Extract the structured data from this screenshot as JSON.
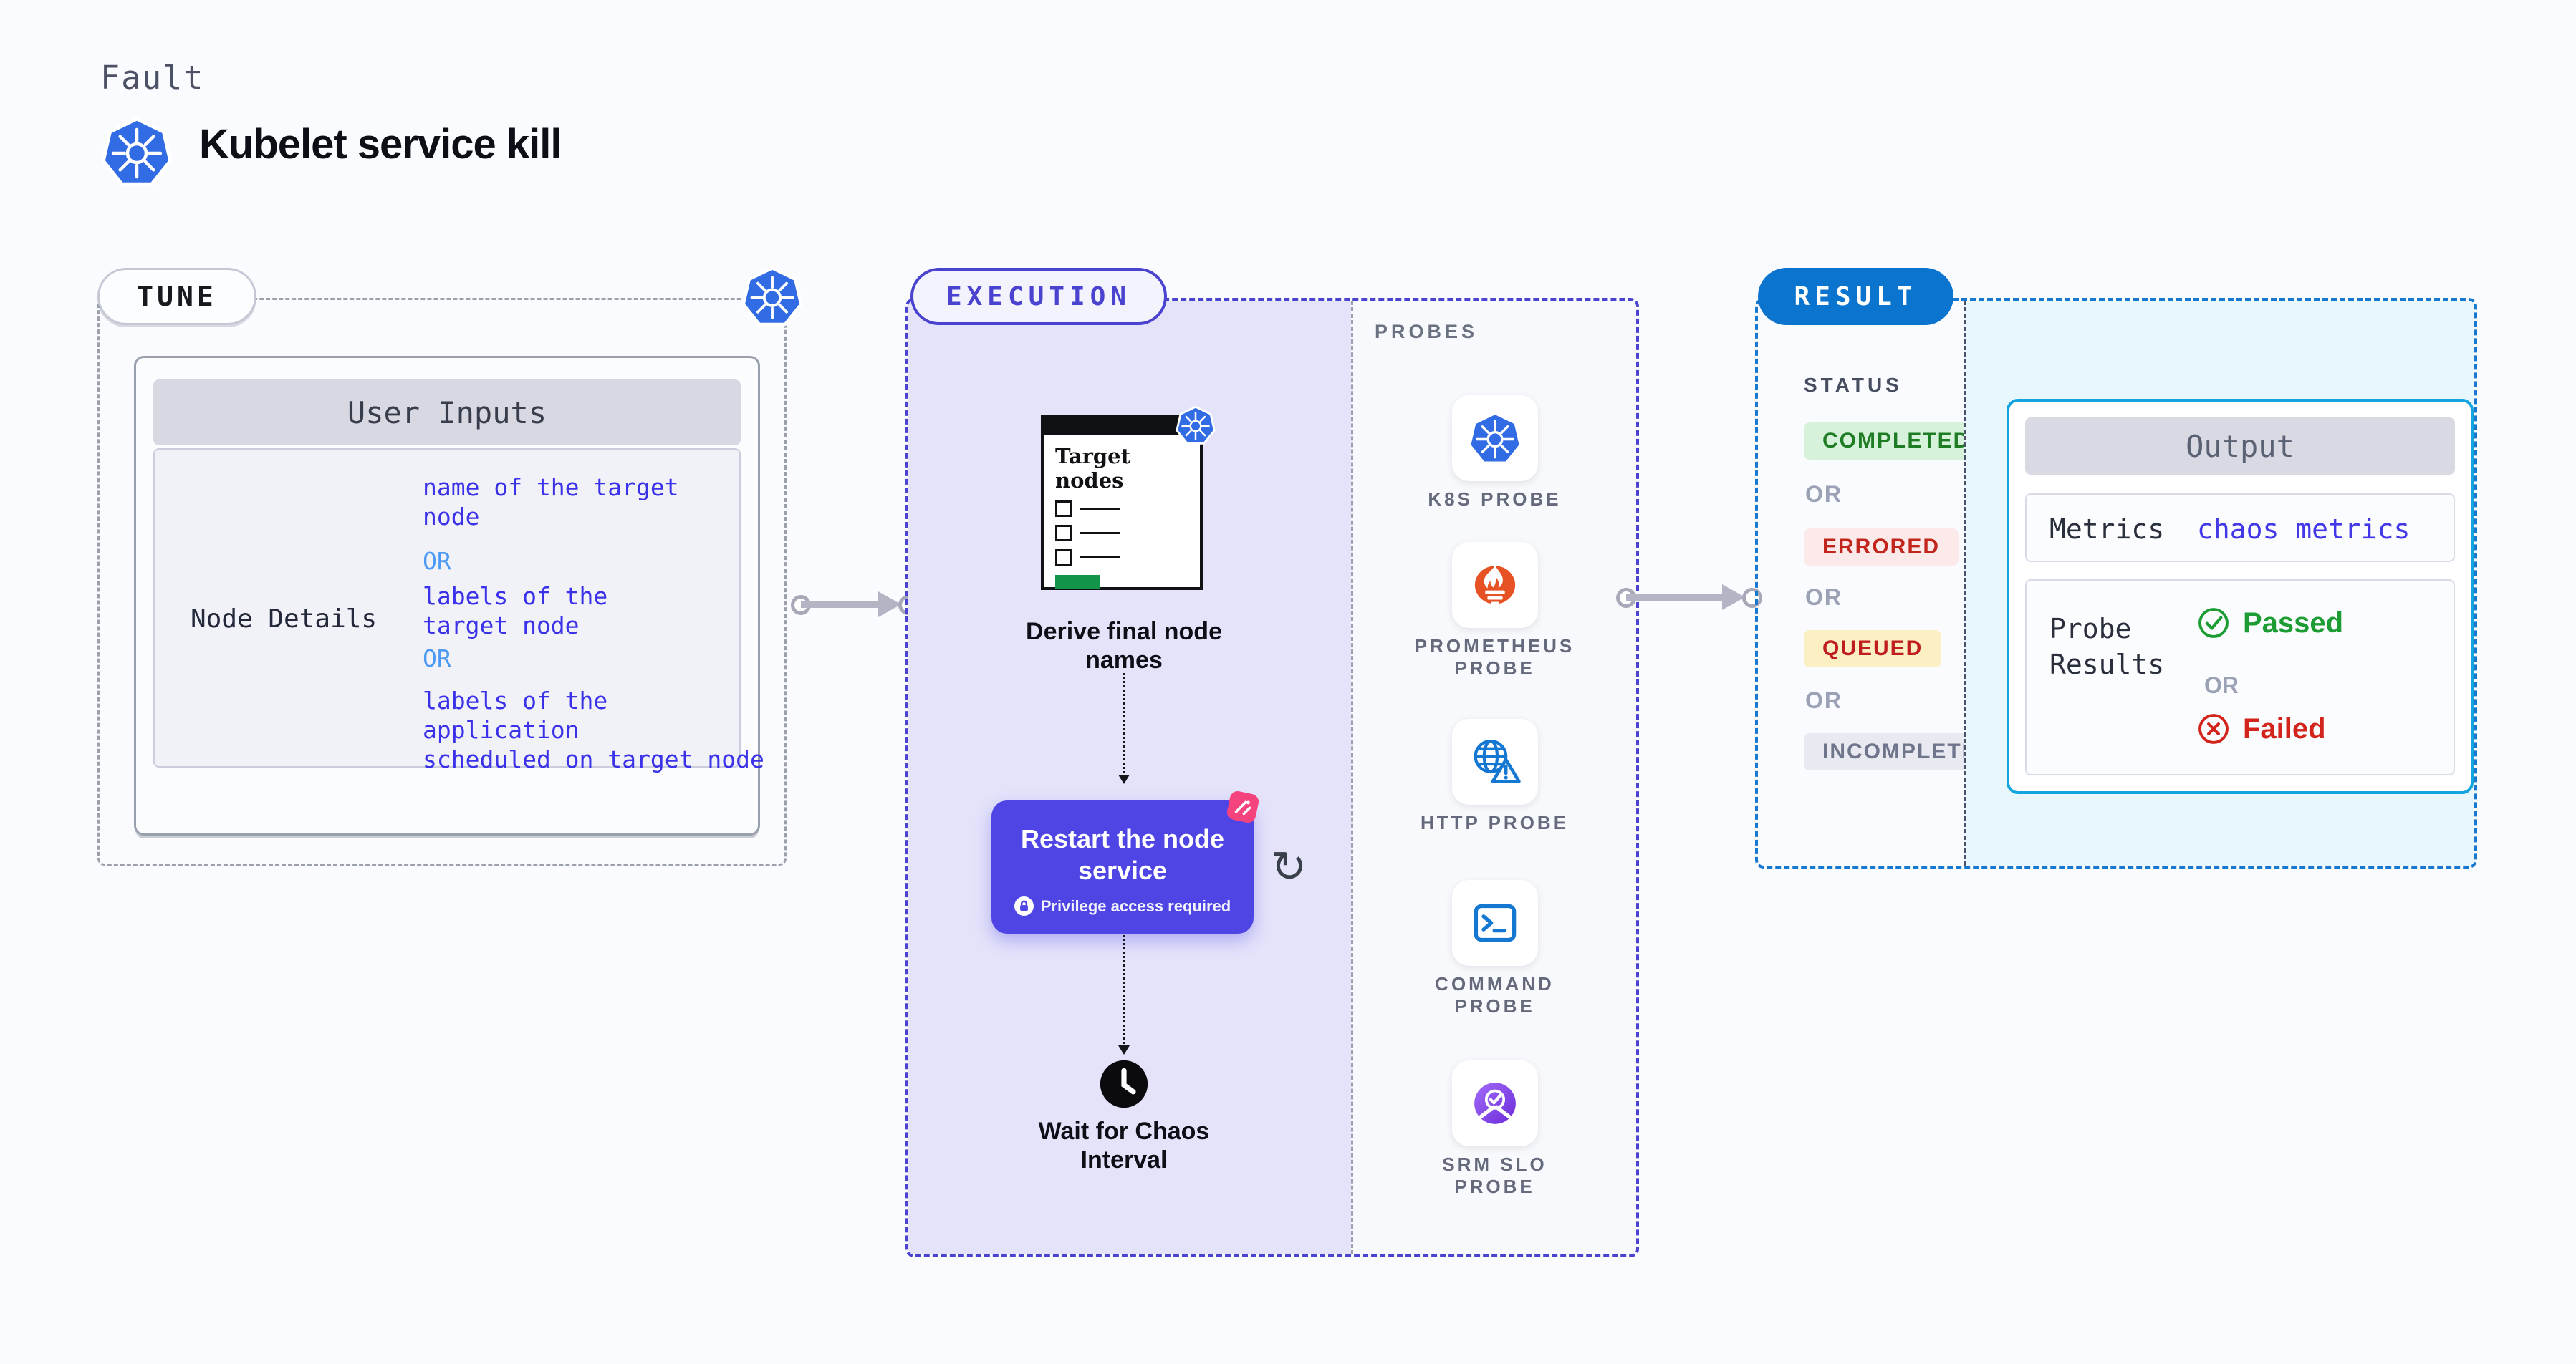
{
  "header": {
    "kicker": "Fault",
    "title": "Kubelet service kill",
    "icon": "kubernetes-icon"
  },
  "tune": {
    "label": "TUNE",
    "corner_icon": "kubernetes-icon",
    "user_inputs": {
      "header": "User Inputs",
      "row_label": "Node Details",
      "option1": "name of the target\nnode",
      "or1": "OR",
      "option2": "labels of the\ntarget node",
      "or2": "OR",
      "option3": "labels of the application\n scheduled on target node"
    }
  },
  "execution": {
    "label": "EXECUTION",
    "target_card": {
      "title": "Target\nnodes",
      "corner_icon": "kubernetes-icon"
    },
    "derive_caption": "Derive final node\nnames",
    "restart": {
      "title": "Restart the node\nservice",
      "privilege_note": "Privilege access required",
      "lock_icon": "lock-icon",
      "corner_icon": "chaos-badge-icon",
      "loop_icon": "loop-arrow-icon"
    },
    "wait_icon": "clock-icon",
    "wait_caption": "Wait for Chaos\nInterval"
  },
  "probes": {
    "header": "PROBES",
    "items": [
      {
        "label": "K8S PROBE",
        "icon": "kubernetes-icon"
      },
      {
        "label": "PROMETHEUS\nPROBE",
        "icon": "prometheus-icon"
      },
      {
        "label": "HTTP PROBE",
        "icon": "http-globe-warning-icon"
      },
      {
        "label": "COMMAND\nPROBE",
        "icon": "command-terminal-icon"
      },
      {
        "label": "SRM SLO\nPROBE",
        "icon": "srm-slo-gauge-icon"
      }
    ]
  },
  "result": {
    "label": "RESULT",
    "status": {
      "header": "STATUS",
      "completed": "COMPLETED",
      "or": "OR",
      "errored": "ERRORED",
      "queued": "QUEUED",
      "incompleted": "INCOMPLETED"
    },
    "output": {
      "header": "Output",
      "metrics_label": "Metrics",
      "metrics_value": "chaos metrics",
      "probe_results_label": "Probe\nResults",
      "passed_icon": "check-circle-icon",
      "passed": "Passed",
      "or": "OR",
      "failed_icon": "x-circle-icon",
      "failed": "Failed"
    }
  },
  "colors": {
    "background": "#FAFBFE",
    "execution_panel": "#E4E3FA",
    "execution_accent": "#4A43CF",
    "result_accent": "#0B74CE",
    "output_border": "#14A5DE",
    "output_panel": "#E8F6FD",
    "restart_card": "#4E45E4",
    "option_text": "#3A31E8",
    "or_text": "#4D9AF5",
    "completed": "#1E7D24",
    "errored": "#C2251C",
    "queued": "#C01E1E",
    "incompleted": "#6F758A",
    "passed": "#1C9C33",
    "failed": "#D2241B",
    "kubernetes_blue": "#326CE5",
    "prometheus_orange": "#E75225",
    "chaos_pink": "#F5437E"
  }
}
